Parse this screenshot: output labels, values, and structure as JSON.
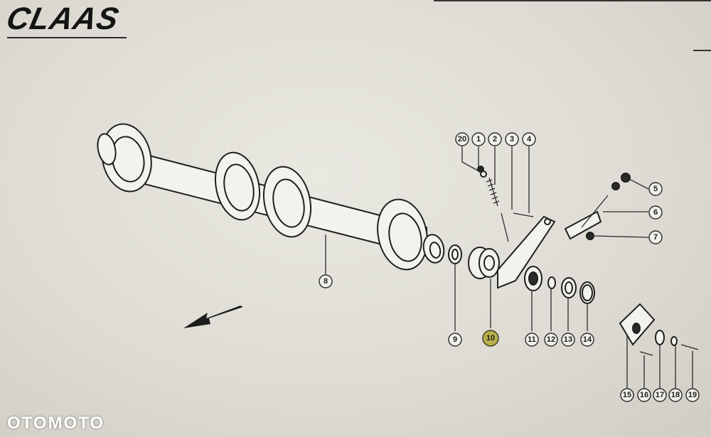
{
  "header": {
    "brand": "CLAAS"
  },
  "callouts": [
    {
      "id": "c20",
      "label": "20"
    },
    {
      "id": "c1",
      "label": "1"
    },
    {
      "id": "c2",
      "label": "2"
    },
    {
      "id": "c3",
      "label": "3"
    },
    {
      "id": "c4",
      "label": "4"
    },
    {
      "id": "c5",
      "label": "5"
    },
    {
      "id": "c6",
      "label": "6"
    },
    {
      "id": "c7",
      "label": "7"
    },
    {
      "id": "c8",
      "label": "8"
    },
    {
      "id": "c9",
      "label": "9"
    },
    {
      "id": "c10",
      "label": "10"
    },
    {
      "id": "c11",
      "label": "11"
    },
    {
      "id": "c12",
      "label": "12"
    },
    {
      "id": "c13",
      "label": "13"
    },
    {
      "id": "c14",
      "label": "14"
    },
    {
      "id": "c15",
      "label": "15"
    },
    {
      "id": "c16",
      "label": "16"
    },
    {
      "id": "c17",
      "label": "17"
    },
    {
      "id": "c18",
      "label": "18"
    },
    {
      "id": "c19",
      "label": "19"
    }
  ],
  "watermark": "OTOMOTO"
}
